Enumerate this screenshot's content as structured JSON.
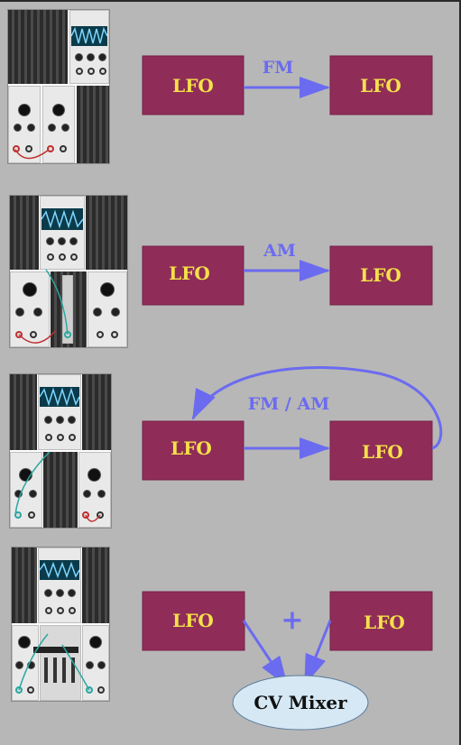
{
  "rows": [
    {
      "id": "fm",
      "node_a": "LFO",
      "node_b": "LFO",
      "edge_label": "FM"
    },
    {
      "id": "am",
      "node_a": "LFO",
      "node_b": "LFO",
      "edge_label": "AM"
    },
    {
      "id": "fm-am",
      "node_a": "LFO",
      "node_b": "LFO",
      "edge_label": "FM / AM"
    },
    {
      "id": "mix",
      "node_a": "LFO",
      "node_b": "LFO",
      "edge_label": "+",
      "mixer_label": "CV Mixer"
    }
  ],
  "colors": {
    "background": "#b7b7b7",
    "node_fill": "#8f2d58",
    "node_text": "#f5e04a",
    "edge": "#6b6bf0",
    "mixer_fill": "#d5e8f4"
  }
}
